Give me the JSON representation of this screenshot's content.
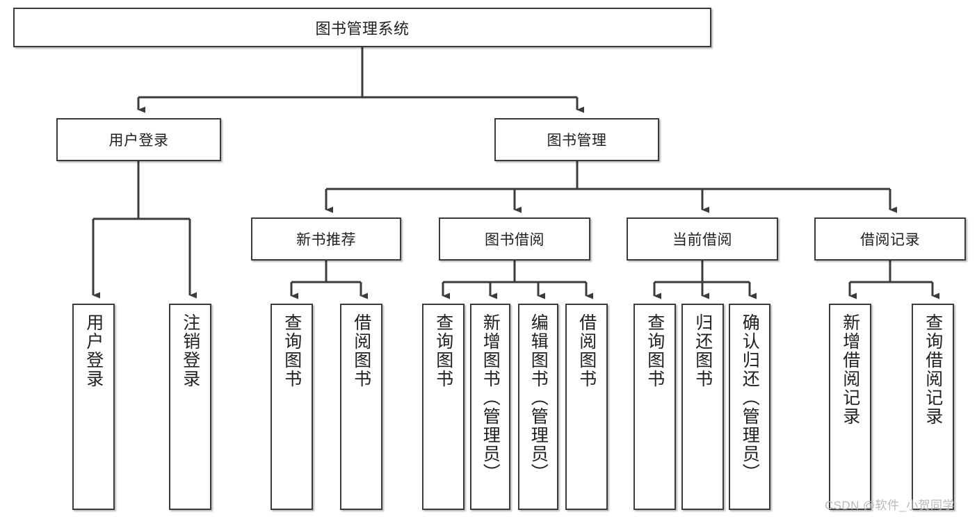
{
  "diagram": {
    "title": "图书管理系统",
    "type": "tree-hierarchy-diagram",
    "colors": {
      "box_border": "#3b3b3b",
      "box_fill": "#ffffff",
      "edge": "#3b3b3b",
      "text": "#202020",
      "watermark": "#b9b9b9",
      "background": "#ffffff"
    },
    "root": {
      "label": "图书管理系统"
    },
    "level1": [
      {
        "label": "用户登录"
      },
      {
        "label": "图书管理"
      }
    ],
    "level2": [
      {
        "label": "新书推荐"
      },
      {
        "label": "图书借阅"
      },
      {
        "label": "当前借阅"
      },
      {
        "label": "借阅记录"
      }
    ],
    "leaves": {
      "user_login": [
        {
          "label": "用户登录"
        },
        {
          "label": "注销登录"
        }
      ],
      "new_book_recommend": [
        {
          "label": "查询图书"
        },
        {
          "label": "借阅图书"
        }
      ],
      "book_borrow": [
        {
          "label": "查询图书"
        },
        {
          "label": "新增图书（管理员）"
        },
        {
          "label": "编辑图书（管理员）"
        },
        {
          "label": "借阅图书"
        }
      ],
      "current_borrow": [
        {
          "label": "查询图书"
        },
        {
          "label": "归还图书"
        },
        {
          "label": "确认归还（管理员）"
        }
      ],
      "borrow_record": [
        {
          "label": "新增借阅记录"
        },
        {
          "label": "查询借阅记录"
        }
      ]
    },
    "watermark": "CSDN @软件_小贺同学"
  }
}
